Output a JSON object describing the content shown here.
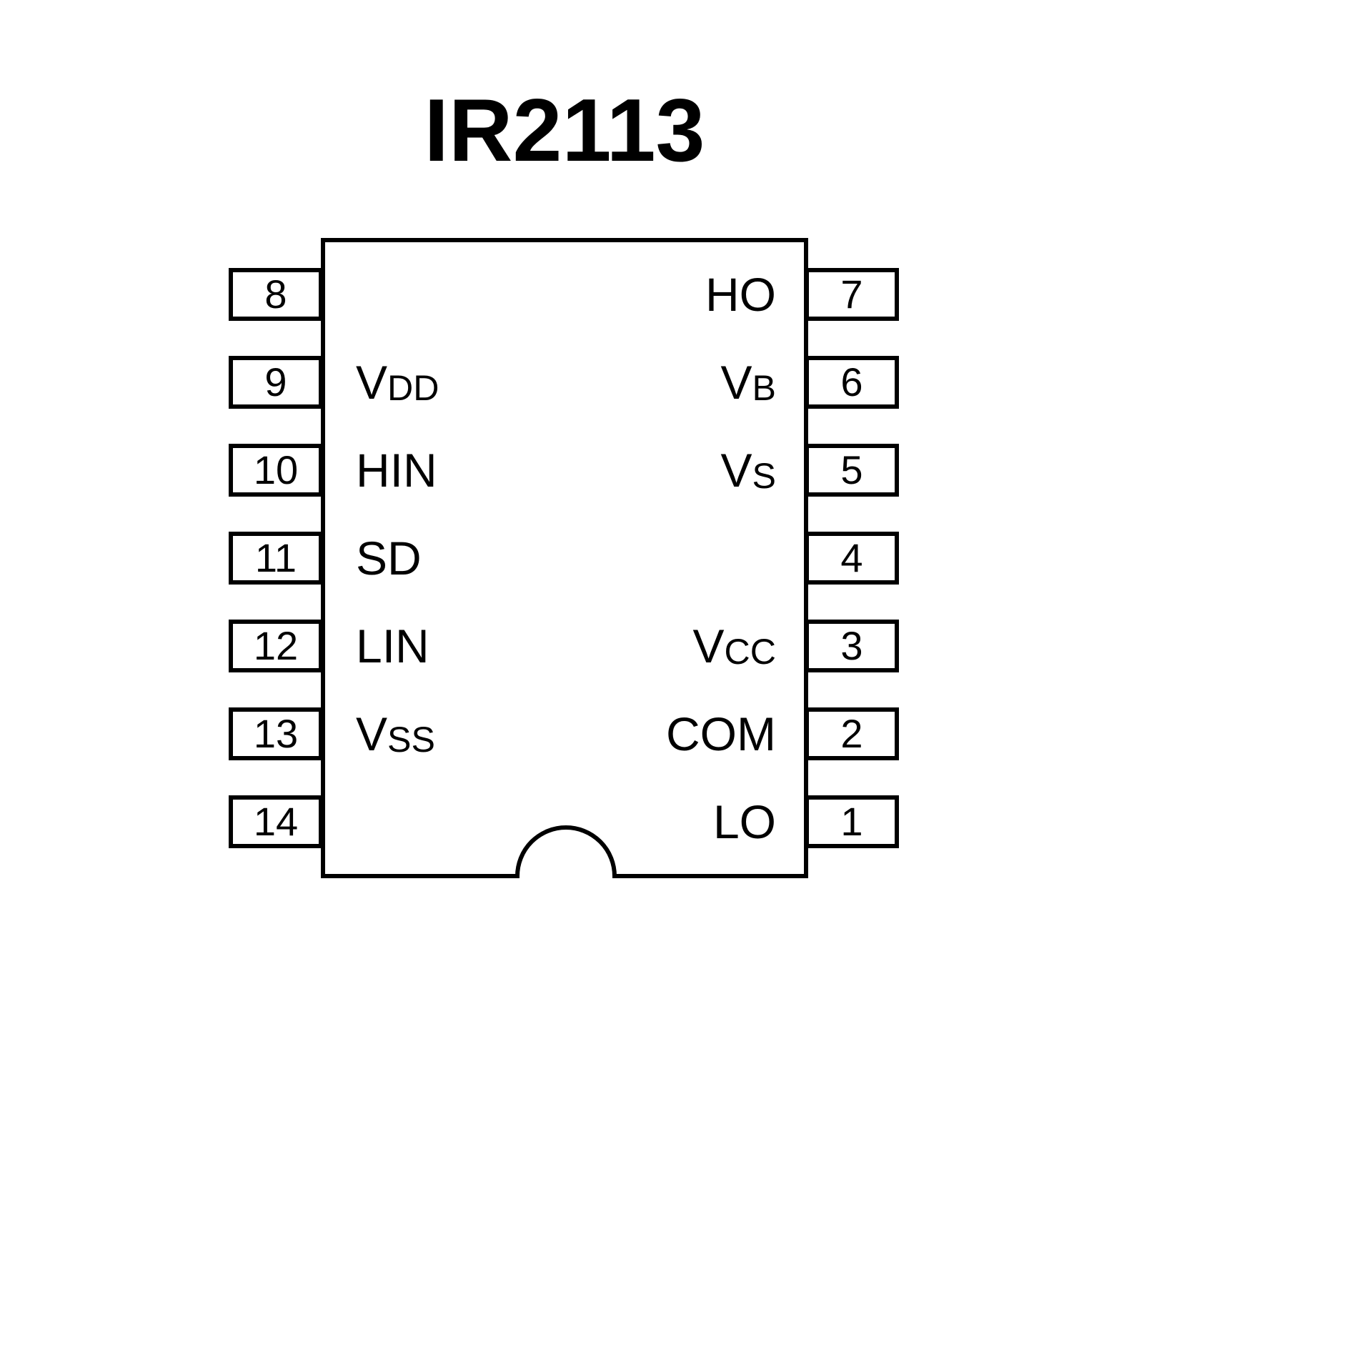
{
  "title": "IR2113",
  "colors": {
    "ink": "#000000",
    "background": "#ffffff"
  },
  "pins": {
    "left": [
      {
        "number": "8"
      },
      {
        "number": "9"
      },
      {
        "number": "10"
      },
      {
        "number": "11"
      },
      {
        "number": "12"
      },
      {
        "number": "13"
      },
      {
        "number": "14"
      }
    ],
    "right": [
      {
        "number": "7"
      },
      {
        "number": "6"
      },
      {
        "number": "5"
      },
      {
        "number": "4"
      },
      {
        "number": "3"
      },
      {
        "number": "2"
      },
      {
        "number": "1"
      }
    ]
  },
  "labels": {
    "left": [
      {
        "main": "V",
        "sub": "DD"
      },
      {
        "main": "HIN",
        "sub": ""
      },
      {
        "main": "SD",
        "sub": ""
      },
      {
        "main": "LIN",
        "sub": ""
      },
      {
        "main": "V",
        "sub": "SS"
      }
    ],
    "right": [
      {
        "main": "HO",
        "sub": ""
      },
      {
        "main": "V",
        "sub": "B"
      },
      {
        "main": "V",
        "sub": "S"
      },
      {
        "main": "V",
        "sub": "CC"
      },
      {
        "main": "COM",
        "sub": ""
      },
      {
        "main": "LO",
        "sub": ""
      }
    ]
  }
}
